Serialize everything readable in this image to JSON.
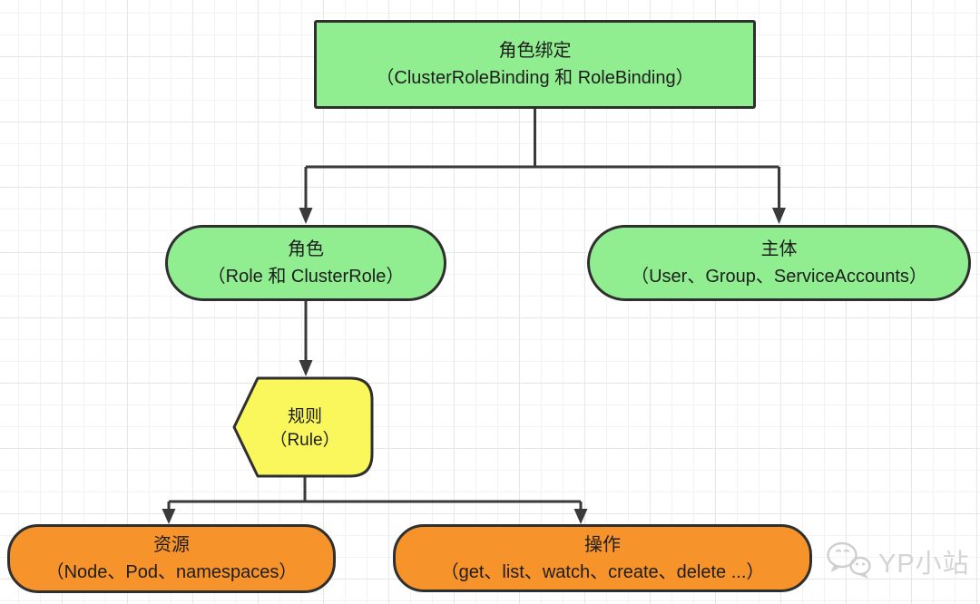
{
  "nodes": {
    "role_binding": {
      "title": "角色绑定",
      "subtitle": "（ClusterRoleBinding 和 RoleBinding）"
    },
    "role": {
      "title": "角色",
      "subtitle": "（Role 和 ClusterRole）"
    },
    "subject": {
      "title": "主体",
      "subtitle": "（User、Group、ServiceAccounts）"
    },
    "rule": {
      "title": "规则",
      "subtitle": "（Rule）"
    },
    "resource": {
      "title": "资源",
      "subtitle": "（Node、Pod、namespaces）"
    },
    "action": {
      "title": "操作",
      "subtitle": "（get、list、watch、create、delete ...）"
    }
  },
  "colors": {
    "node_green": "#90EE90",
    "node_yellow": "#F9F75C",
    "node_orange": "#F6932B",
    "connector": "#3a3a3a",
    "node_border": "#2f2f2f",
    "watermark_gray": "#cdcdcd"
  },
  "watermark": {
    "label": "YP小站",
    "icon": "wechat-logo"
  }
}
